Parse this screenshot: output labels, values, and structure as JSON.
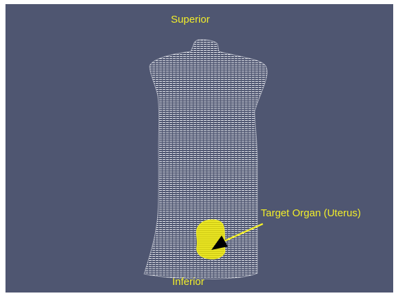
{
  "viewer": {
    "background_color": "#4f5671",
    "annotation_color": "#f2ee2a",
    "mesh_color": "#e6e8ee"
  },
  "labels": {
    "superior": "Superior",
    "inferior": "Inferior",
    "target": "Target Organ (Uterus)"
  }
}
